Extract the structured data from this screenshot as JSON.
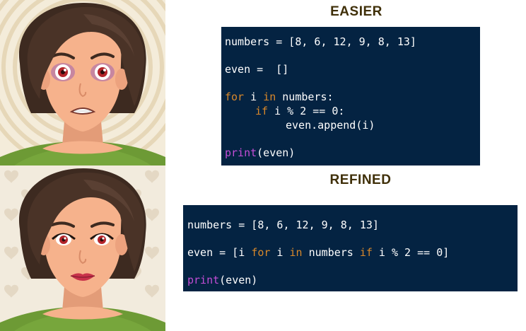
{
  "headings": {
    "easier": "EASIER",
    "refined": "REFINED"
  },
  "easier_code": {
    "l1": "numbers = [8, 6, 12, 9, 8, 13]",
    "l2": "even =  []",
    "l3_kw1": "for",
    "l3_mid": " i ",
    "l3_kw2": "in",
    "l3_rest": " numbers:",
    "l4_kw": "if",
    "l4_rest": " i % 2 == 0:",
    "l5": "even.append(i)",
    "l6_fn": "print",
    "l6_rest": "(even)"
  },
  "refined_code": {
    "l1": "numbers = [8, 6, 12, 9, 8, 13]",
    "l2_a": "even = [i ",
    "l2_kw1": "for",
    "l2_b": " i ",
    "l2_kw2": "in",
    "l2_c": " numbers ",
    "l2_kw3": "if",
    "l2_d": " i % 2 == 0]",
    "l3_fn": "print",
    "l3_rest": "(even)"
  },
  "colors": {
    "code_bg": "#042342",
    "code_text": "#ffffff",
    "keyword": "#d9882a",
    "builtin": "#c44dd6",
    "heading": "#3f2f08",
    "hair": "#3d2a20",
    "skin": "#f6b28c",
    "shirt": "#6d9a35"
  },
  "icons": {
    "top_character": "worried-woman-illustration",
    "bottom_character": "confident-woman-illustration"
  }
}
